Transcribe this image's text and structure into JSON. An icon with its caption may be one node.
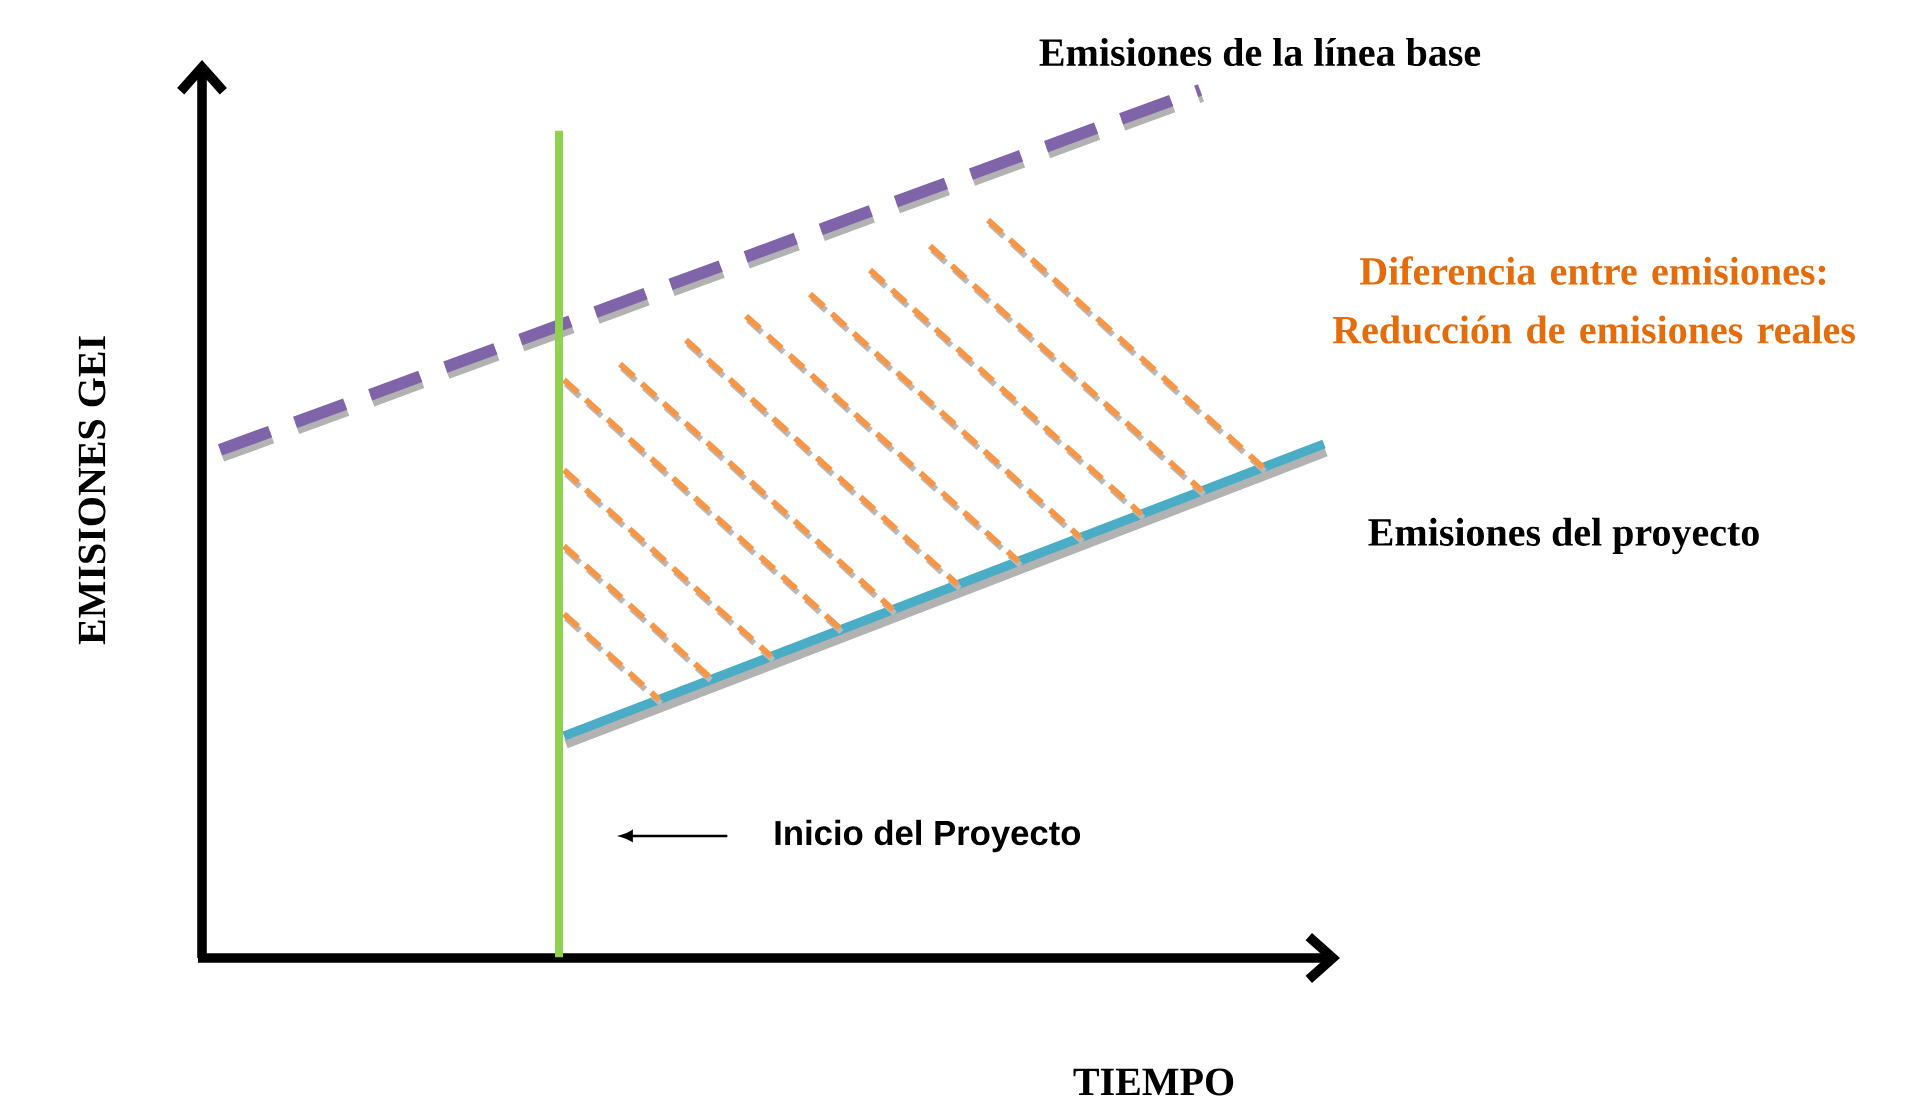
{
  "diagram": {
    "nodes": [
      {
        "text": [
          "Inicio del Proyecto"
        ]
      },
      {
        "text": [],
        "shape": "bar"
      }
    ],
    "edges": [
      {
        "from": 0,
        "to": 1,
        "arrow": "to"
      }
    ],
    "labels": [
      "Emisiones de la línea base",
      "Diferencia entre emisiones: Reducción de emisiones reales",
      "Emisiones del proyecto",
      "EMISIONES GEI",
      "TIEMPO"
    ]
  }
}
